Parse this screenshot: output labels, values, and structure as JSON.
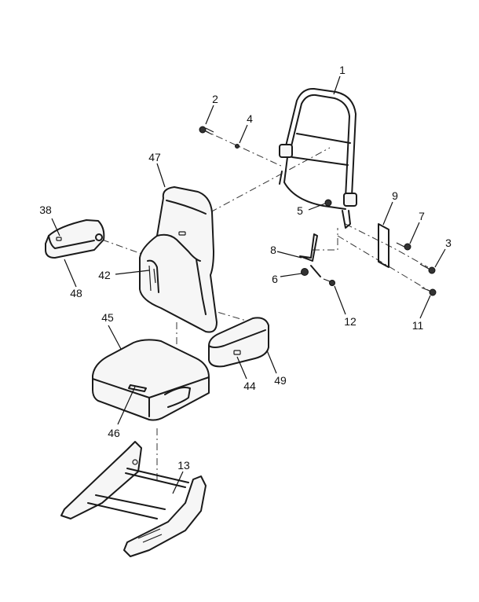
{
  "callouts": {
    "c1": "1",
    "c2": "2",
    "c3": "3",
    "c4": "4",
    "c5": "5",
    "c6": "6",
    "c7": "7",
    "c8": "8",
    "c9": "9",
    "c11": "11",
    "c12": "12",
    "c13": "13",
    "c38": "38",
    "c42": "42",
    "c44": "44",
    "c45": "45",
    "c46": "46",
    "c47": "47",
    "c48": "48",
    "c49": "49"
  }
}
